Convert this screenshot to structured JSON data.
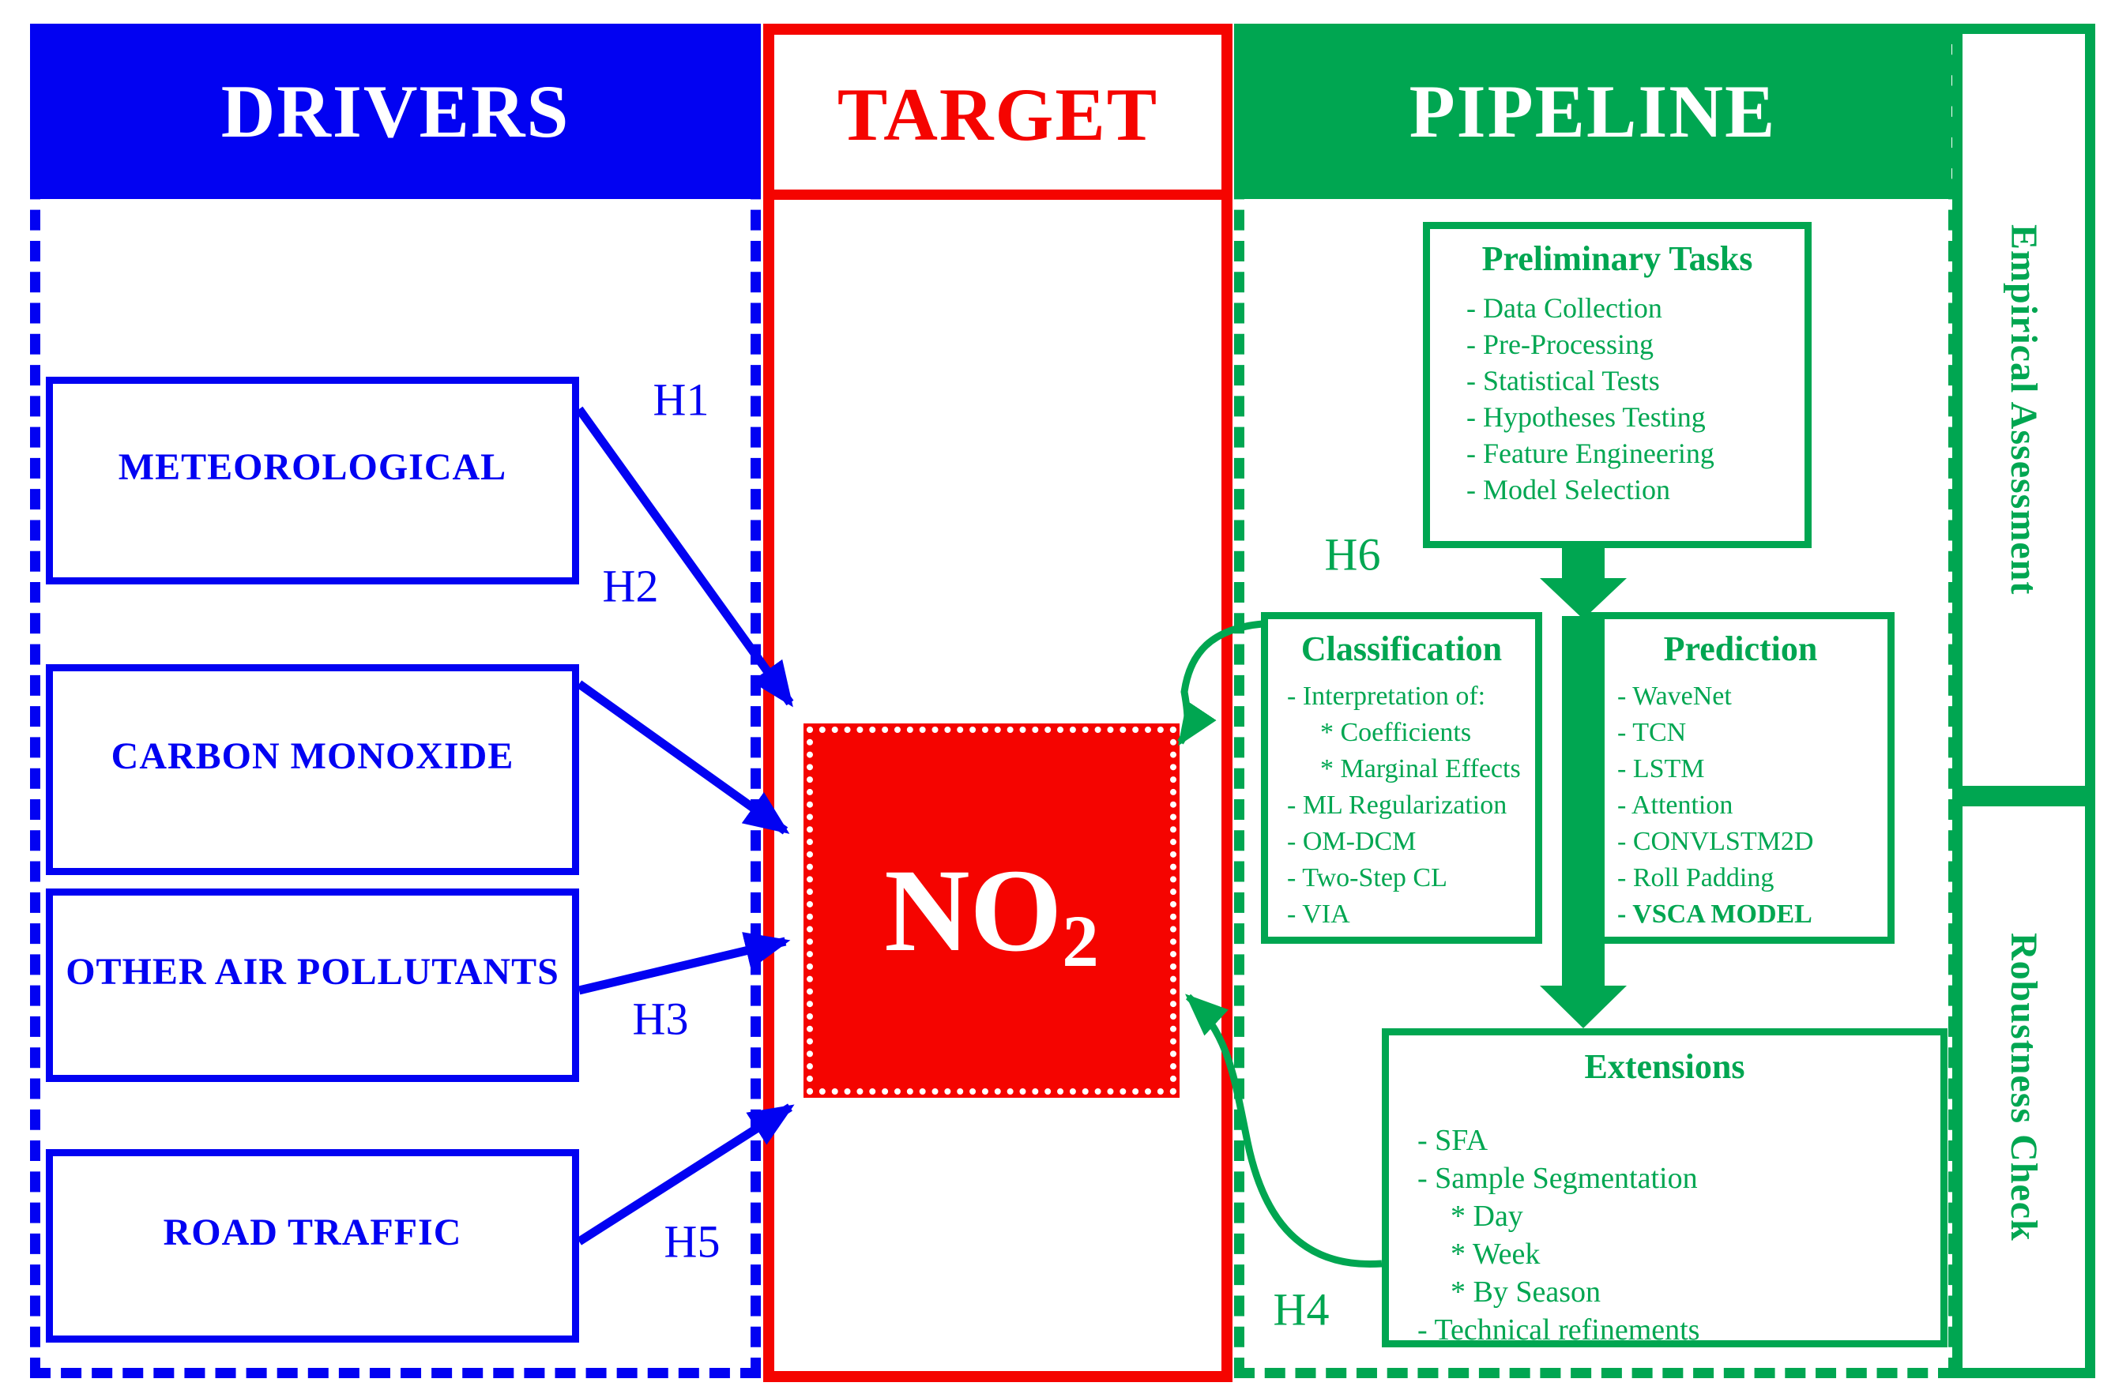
{
  "figure": {
    "columns": {
      "drivers": {
        "title": "DRIVERS"
      },
      "target": {
        "title": "TARGET",
        "no2_main": "NO",
        "no2_sub": "2"
      },
      "pipeline": {
        "title": "PIPELINE"
      }
    },
    "drivers": {
      "boxes": [
        "METEOROLOGICAL",
        "CARBON MONOXIDE",
        "OTHER AIR POLLUTANTS",
        "ROAD TRAFFIC"
      ]
    },
    "hypotheses": {
      "h1": "H1",
      "h2": "H2",
      "h3": "H3",
      "h5": "H5",
      "h6": "H6",
      "h4": "H4"
    },
    "pipeline_boxes": {
      "preliminary": {
        "title": "Preliminary Tasks",
        "items": [
          "- Data Collection",
          "- Pre-Processing",
          "- Statistical Tests",
          "- Hypotheses Testing",
          "- Feature Engineering",
          "- Model Selection"
        ]
      },
      "classification": {
        "title": "Classification",
        "items": [
          "- Interpretation of:",
          "* Coefficients",
          "* Marginal Effects",
          "- ML Regularization",
          "- OM-DCM",
          "- Two-Step CL",
          "- VIA"
        ]
      },
      "prediction": {
        "title": "Prediction",
        "items": [
          "- WaveNet",
          "- TCN",
          "- LSTM",
          "- Attention",
          "- CONVLSTM2D",
          "- Roll Padding",
          "- VSCA MODEL"
        ]
      },
      "extensions": {
        "title": "Extensions",
        "items": [
          "- SFA",
          "- Sample Segmentation",
          "* Day",
          "* Week",
          "* By Season",
          "- Technical refinements"
        ]
      }
    },
    "sidebar": {
      "top": "Empirical Assessment",
      "bottom": "Robustness Check"
    },
    "colors": {
      "blue": "#0202f2",
      "red": "#f50400",
      "green": "#00a651",
      "white": "#ffffff"
    }
  }
}
